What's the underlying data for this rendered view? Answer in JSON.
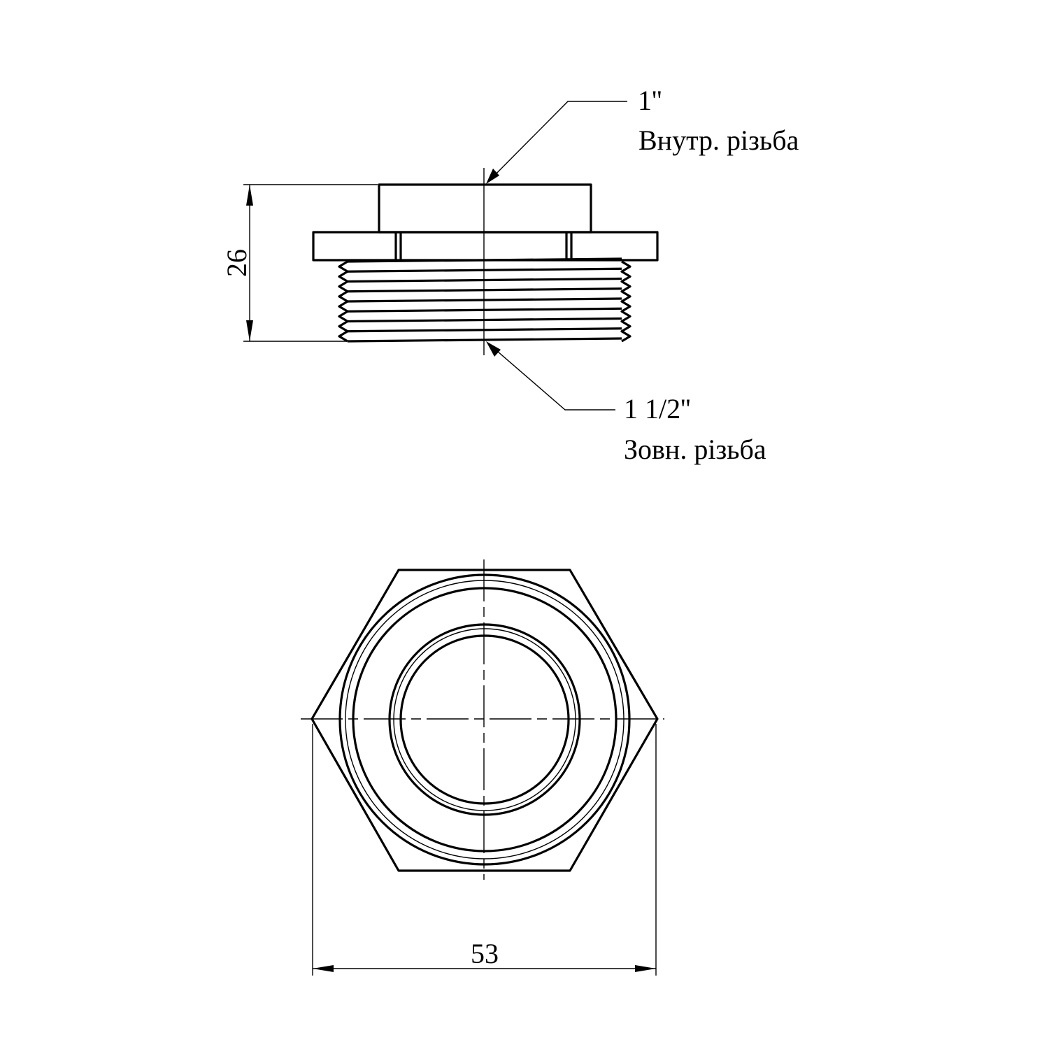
{
  "labels": {
    "inner_size": "1''",
    "inner_thread": "Внутр. різьба",
    "outer_size": "1 1/2''",
    "outer_thread": "Зовн. різьба"
  },
  "dimensions": {
    "height": "26",
    "width": "53"
  }
}
